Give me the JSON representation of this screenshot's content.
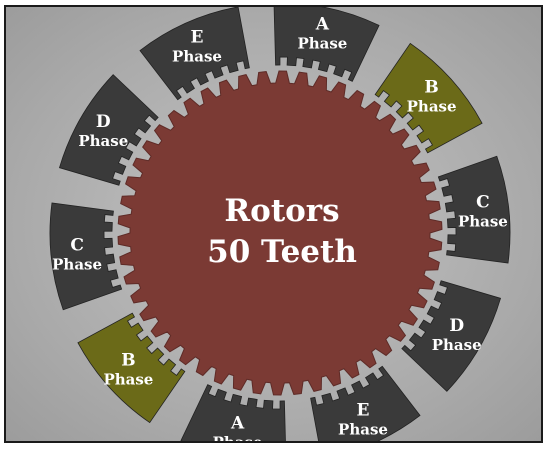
{
  "rotor": {
    "line1": "Rotors",
    "line2": "50 Teeth",
    "teeth": 50,
    "color": "#7b3a34"
  },
  "phase_word": "Phase",
  "colors": {
    "stator_dark": "#3a3a3a",
    "stator_highlight": "#6b6a18",
    "background": "#b0b0b0"
  },
  "stator_poles": [
    {
      "letter": "A",
      "highlighted": false
    },
    {
      "letter": "B",
      "highlighted": true
    },
    {
      "letter": "C",
      "highlighted": false
    },
    {
      "letter": "D",
      "highlighted": false
    },
    {
      "letter": "E",
      "highlighted": false
    },
    {
      "letter": "A",
      "highlighted": false
    },
    {
      "letter": "B",
      "highlighted": true
    },
    {
      "letter": "C",
      "highlighted": false
    },
    {
      "letter": "D",
      "highlighted": false
    },
    {
      "letter": "E",
      "highlighted": false
    }
  ]
}
